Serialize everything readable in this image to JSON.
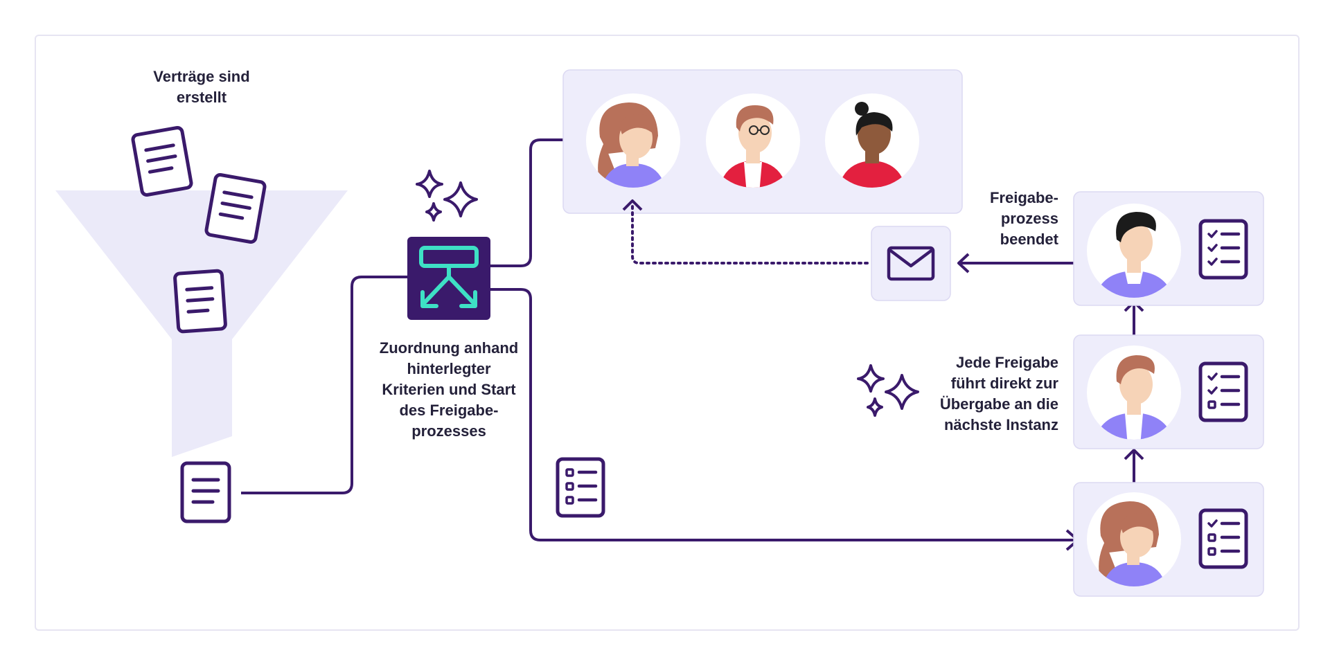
{
  "labels": {
    "contracts_created": [
      "Verträge sind",
      "erstellt"
    ],
    "assignment": [
      "Zuordnung anhand",
      "hinterlegter",
      "Kriterien und Start",
      "des Freigabe-",
      "prozesses"
    ],
    "process_finished": [
      "Freigabe-",
      "prozess",
      "beendet"
    ],
    "each_approval": [
      "Jede Freigabe",
      "führt direkt zur",
      "Übergabe an die",
      "nächste Instanz"
    ]
  },
  "colors": {
    "primary": "#3a1a6b",
    "panel": "#eeedfb",
    "accent": "#3ee0c5",
    "skin": "#f6d3b7",
    "hair_brown": "#b8715a",
    "hair_dark": "#1b1b1b",
    "shirt_purple": "#8f82f7",
    "shirt_red": "#e3203f"
  }
}
